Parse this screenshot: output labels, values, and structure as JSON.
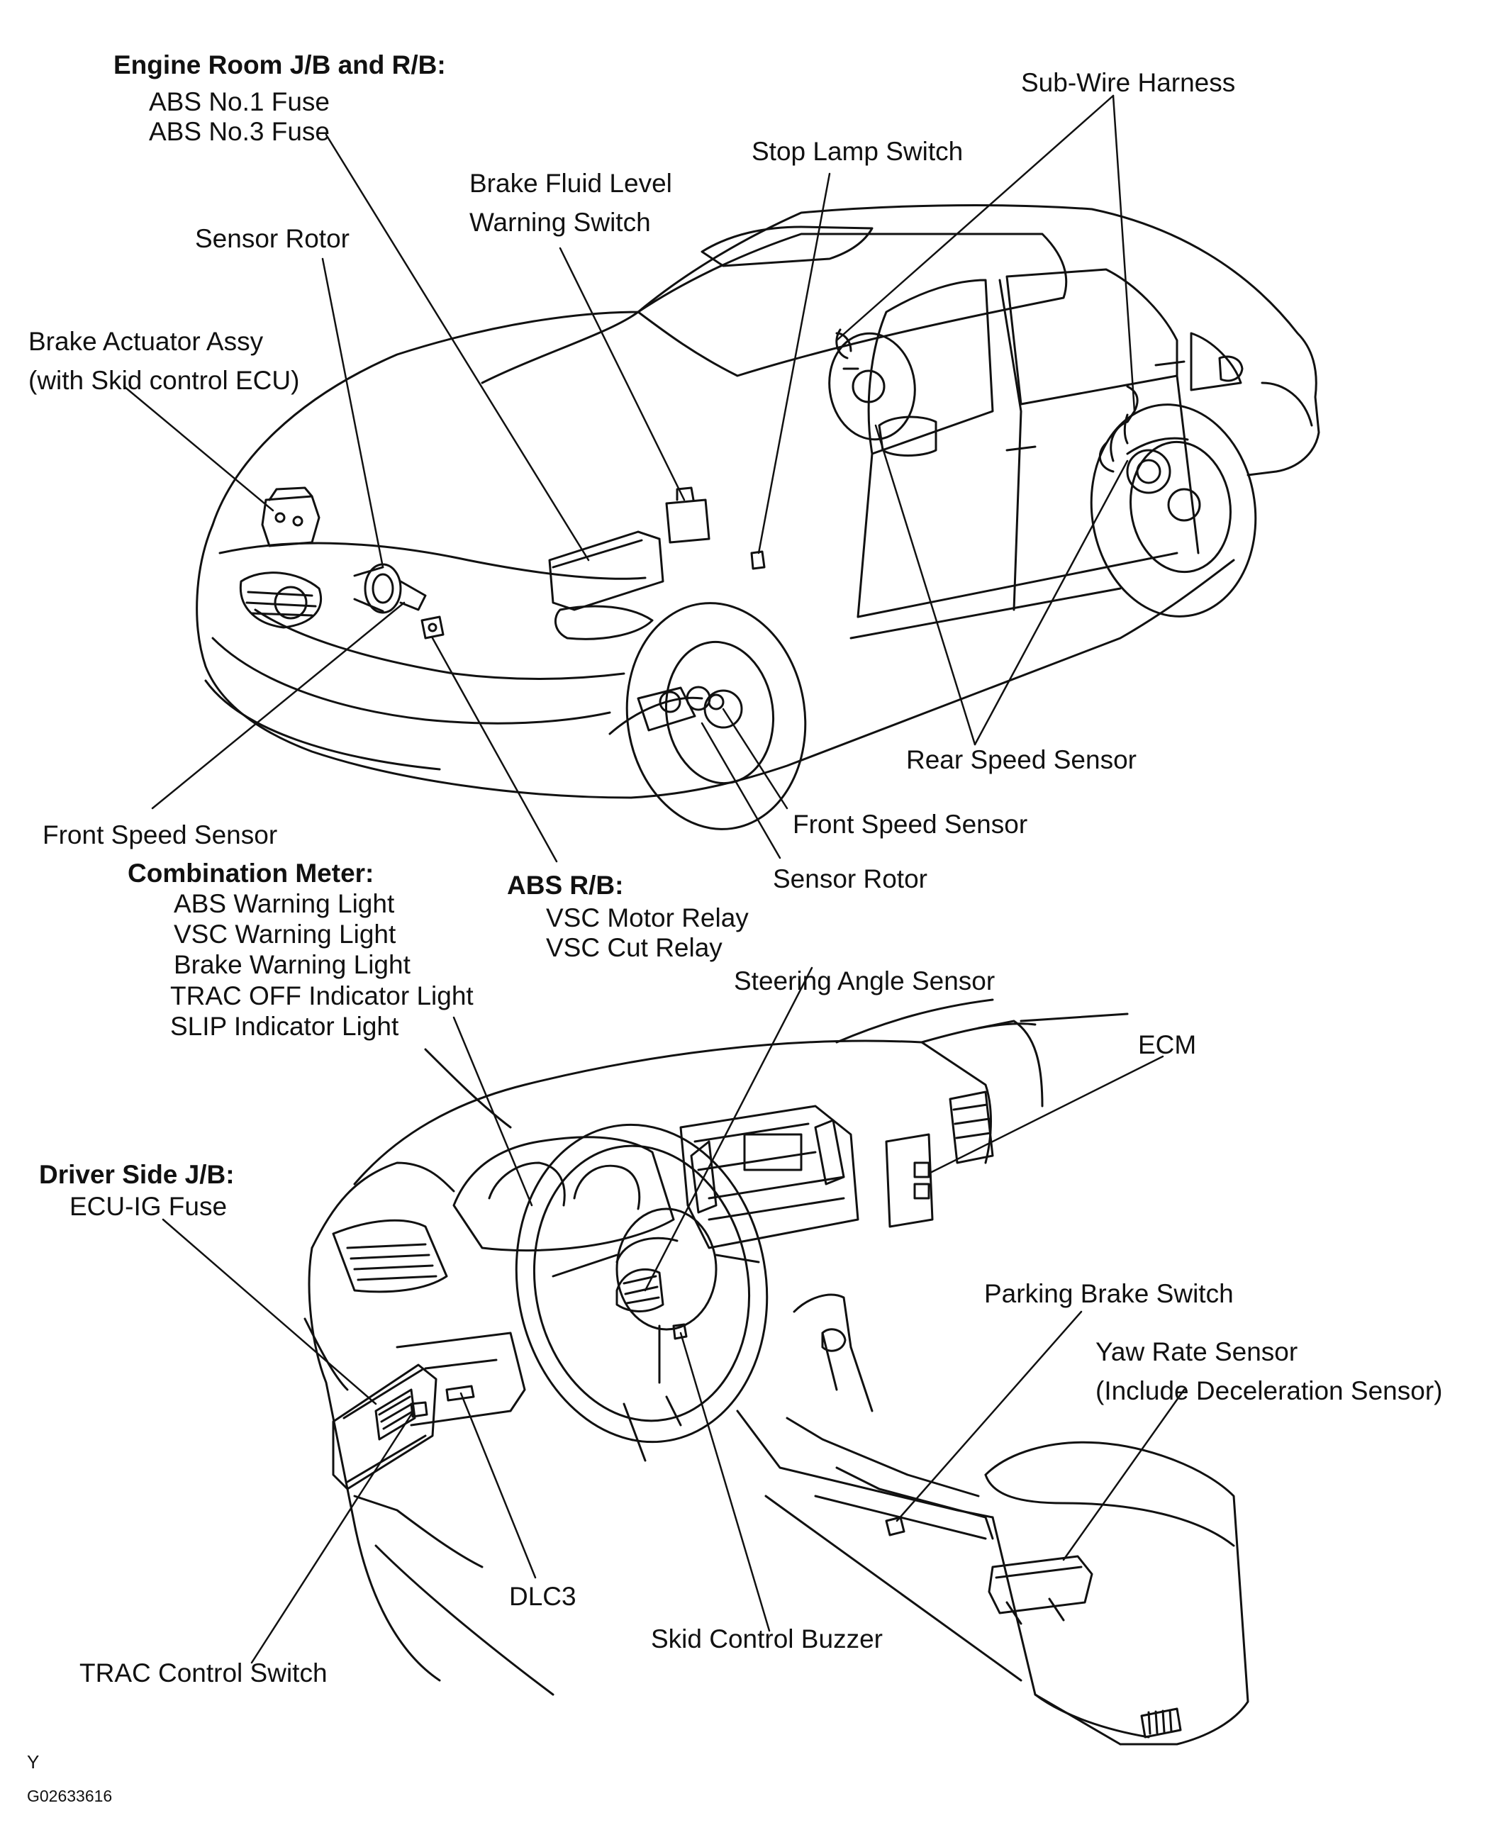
{
  "labels": {
    "engine_room_jb_rb": "Engine Room J/B and R/B:",
    "abs_no1_fuse": "ABS No.1 Fuse",
    "abs_no3_fuse": "ABS No.3 Fuse",
    "sub_wire_harness": "Sub-Wire Harness",
    "stop_lamp_switch": "Stop Lamp Switch",
    "brake_fluid_level_1": "Brake Fluid Level",
    "brake_fluid_level_2": "Warning Switch",
    "sensor_rotor_top": "Sensor Rotor",
    "brake_actuator_1": "Brake Actuator Assy",
    "brake_actuator_2": "(with Skid control ECU)",
    "rear_speed_sensor": "Rear Speed Sensor",
    "front_speed_sensor_right": "Front Speed Sensor",
    "front_speed_sensor_left": "Front Speed Sensor",
    "sensor_rotor_bottom": "Sensor Rotor",
    "combination_meter": "Combination Meter:",
    "abs_warning_light": "ABS Warning Light",
    "vsc_warning_light": "VSC Warning Light",
    "brake_warning_light": "Brake Warning Light",
    "trac_off_indicator": "TRAC OFF Indicator Light",
    "slip_indicator": "SLIP Indicator Light",
    "abs_rb": "ABS R/B:",
    "vsc_motor_relay": "VSC Motor Relay",
    "vsc_cut_relay": "VSC Cut Relay",
    "steering_angle_sensor": "Steering Angle Sensor",
    "ecm": "ECM",
    "driver_side_jb": "Driver Side J/B:",
    "ecu_ig_fuse": "ECU-IG Fuse",
    "parking_brake_switch": "Parking Brake Switch",
    "yaw_rate_1": "Yaw Rate Sensor",
    "yaw_rate_2": "(Include Deceleration Sensor)",
    "dlc3": "DLC3",
    "skid_control_buzzer": "Skid Control Buzzer",
    "trac_control_switch": "TRAC Control Switch",
    "corner_mark": "Y",
    "figure_code": "G02633616"
  }
}
